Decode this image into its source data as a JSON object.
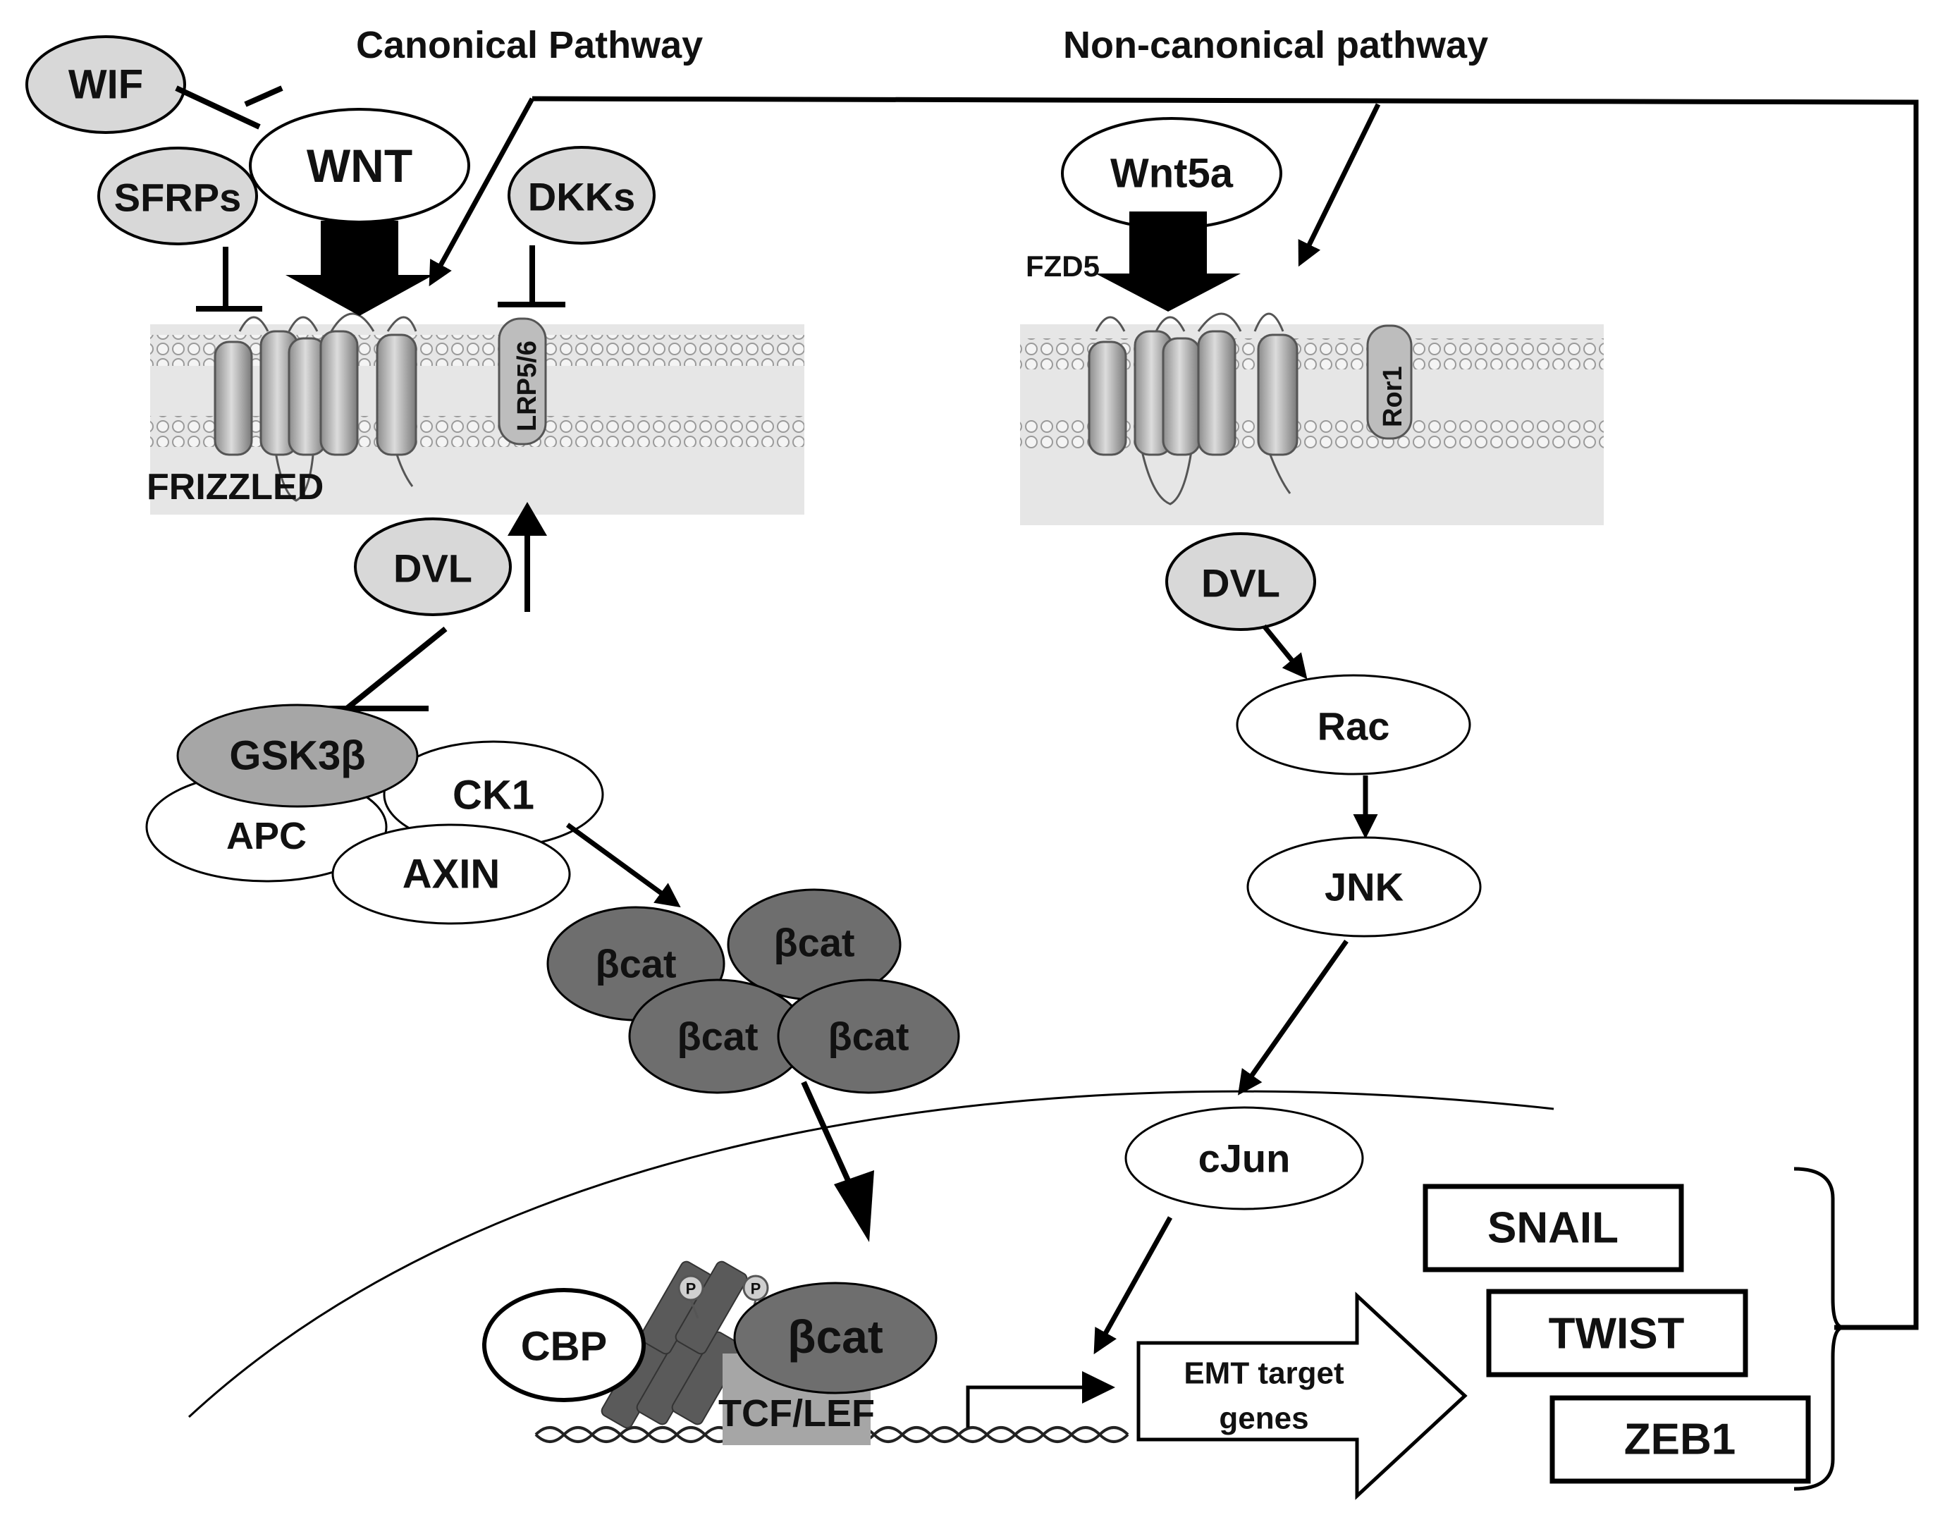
{
  "headers": {
    "canonical": "Canonical Pathway",
    "noncanonical": "Non-canonical pathway"
  },
  "canonical": {
    "wif": "WIF",
    "sfrps": "SFRPs",
    "wnt": "WNT",
    "dkks": "DKKs",
    "lrp": "LRP5/6",
    "frizzled": "FRIZZLED",
    "dvl": "DVL",
    "gsk3b": "GSK3β",
    "ck1": "CK1",
    "apc": "APC",
    "axin": "AXIN",
    "bcat": [
      "βcat",
      "βcat",
      "βcat",
      "βcat"
    ]
  },
  "noncanonical": {
    "wnt5a": "Wnt5a",
    "fzd5": "FZD5",
    "ror1": "Ror1",
    "dvl": "DVL",
    "rac": "Rac",
    "jnk": "JNK",
    "cjun": "cJun"
  },
  "nucleus": {
    "cbp": "CBP",
    "bcat": "βcat",
    "tcf": "TCF/LEF",
    "phospho": [
      "P",
      "P"
    ],
    "emt_line1": "EMT target",
    "emt_line2": "genes"
  },
  "targets": [
    "SNAIL",
    "TWIST",
    "ZEB1"
  ],
  "colors": {
    "light_gray": "#d8d8d8",
    "mid_gray": "#a6a6a6",
    "dark_gray": "#6e6e6e",
    "membrane": "#ececec",
    "line": "#000000"
  }
}
